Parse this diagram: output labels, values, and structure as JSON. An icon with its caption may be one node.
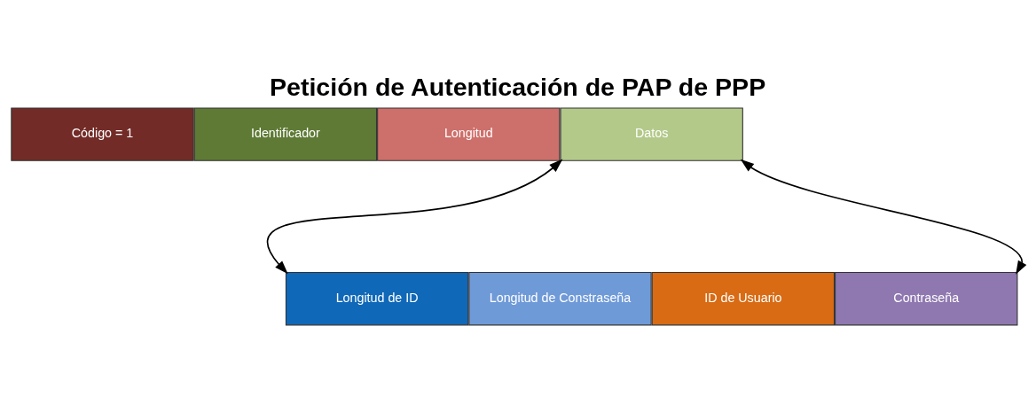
{
  "diagram": {
    "title": "Petición de Autenticación de PAP de PPP",
    "nodes": [
      {
        "text": [
          "Código = 1"
        ]
      },
      {
        "text": [
          "Identificador"
        ]
      },
      {
        "text": [
          "Longitud"
        ]
      },
      {
        "text": [
          "Datos"
        ]
      },
      {
        "text": [
          "Longitud de ID"
        ]
      },
      {
        "text": [
          "ID de Usuario"
        ]
      },
      {
        "text": [
          "Longitud de Constraseña"
        ]
      },
      {
        "text": [
          "Contraseña"
        ]
      }
    ],
    "edges": [
      {
        "from": 3,
        "to": 4,
        "arrow": "both"
      },
      {
        "from": 3,
        "to": 7,
        "arrow": "both"
      }
    ]
  }
}
